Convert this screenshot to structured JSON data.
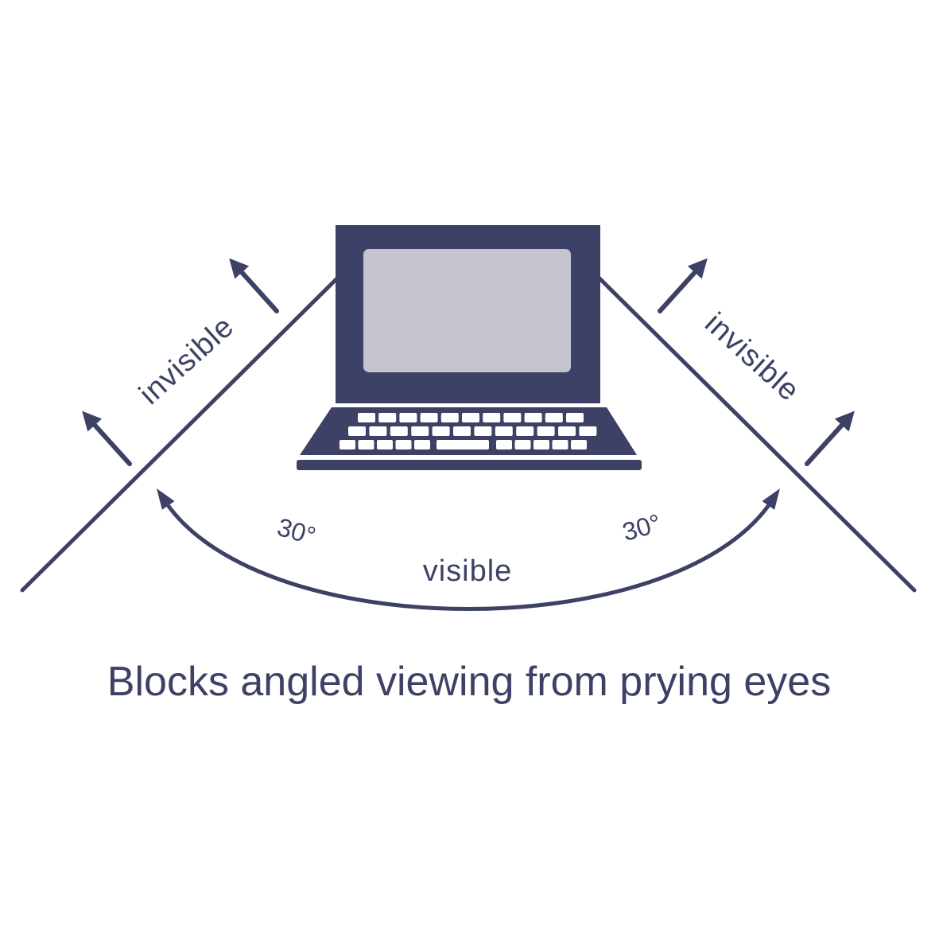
{
  "diagram": {
    "labels": {
      "invisible_left": "invisible",
      "invisible_right": "invisible",
      "angle_left": "30°",
      "angle_right": "30°",
      "visible": "visible"
    },
    "caption": "Blocks angled viewing from prying eyes"
  },
  "colors": {
    "ink": "#3d4166",
    "screen": "#c5c4ce",
    "keys": "#ffffff",
    "background": "#ffffff"
  }
}
